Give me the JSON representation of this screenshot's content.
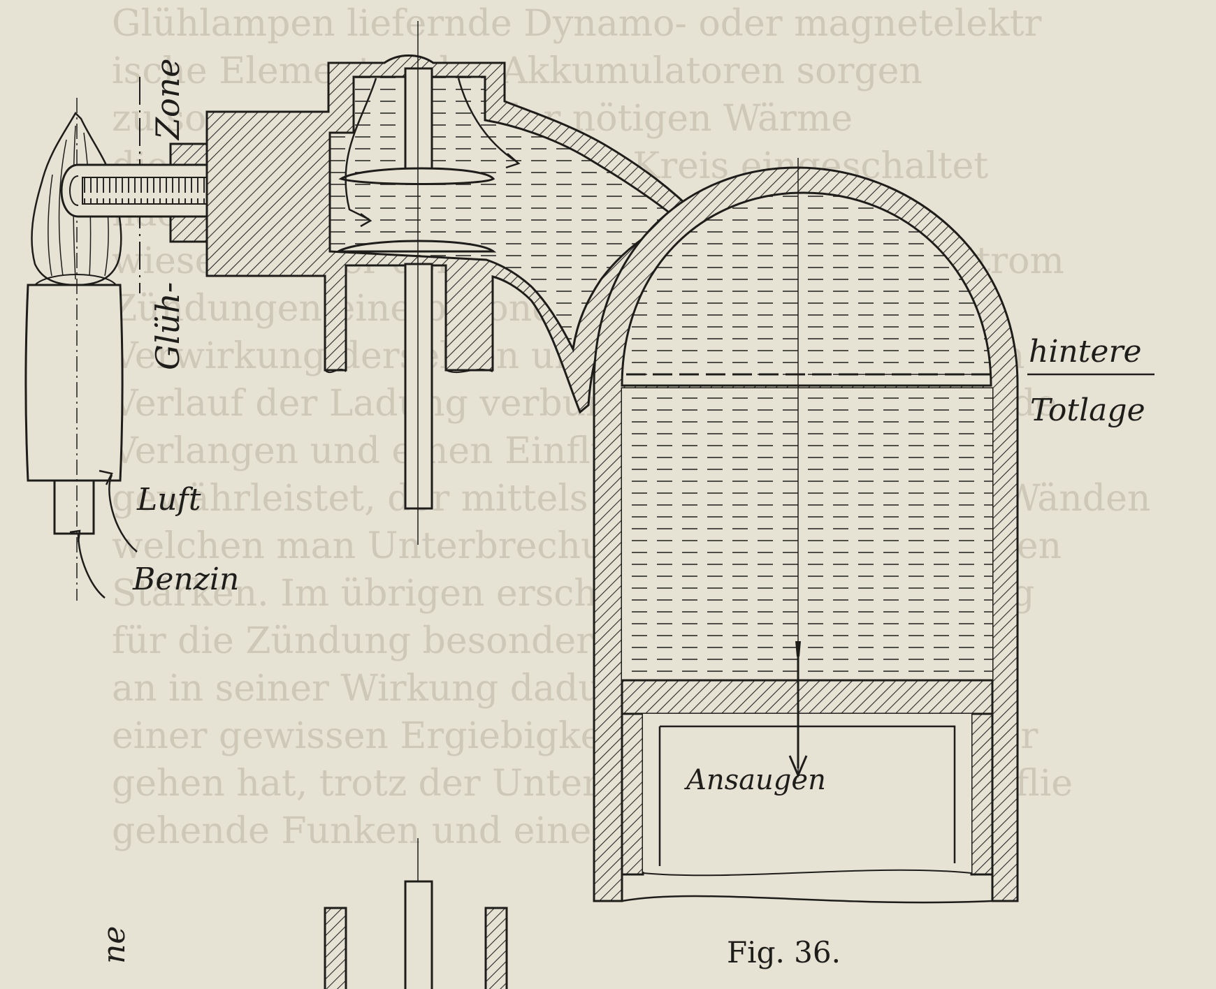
{
  "figure": {
    "caption": "Fig. 36.",
    "labels": {
      "zone_top": "Zone",
      "gluh": "Glüh-",
      "hintere": "hintere",
      "totlage": "Totlage",
      "luft": "Luft",
      "benzin": "Benzin",
      "ansaugen": "Ansaugen",
      "zone_bottom_fragment": "ne"
    }
  },
  "bleed_through_text": [
    "Glühlampen liefernde Dynamo- oder magnetelektr",
    "ische Elemente oder Akkumulatoren sorgen",
    "zu sorgen, dass eine der nötigen Wärme",
    "die mindesten Mittel in den Kreis eingeschaltet",
    "nächste Mitte dieser Zone zu tragen kommt",
    "wiesenen oder der Zündung entsprechenden Strom",
    "Zündungen eine besondere Folge haben, d",
    "Verwirkung derselben um so stärker ausfällt, je n",
    "Verlauf der Ladung verbunden mit einem Zustande",
    "Verlangen und einen Einfluss auf den",
    "gewährleistet, der mittels eines Barometers bei Wänden",
    "welchen man Unterbrechung des Stromkreises den",
    "Stärken. Im übrigen erscheint der sogen. Öffnung",
    "für die Zündung besonders geeignet; er wird",
    "an in seiner Wirkung dadurch behindert, dass de",
    "einer gewissen Ergiebigkeit des Stromes, welcher",
    "gehen hat, trotz der Unterbrechungen weiter zu flie",
    "gehende Funken und eine weitgehend sehr"
  ]
}
